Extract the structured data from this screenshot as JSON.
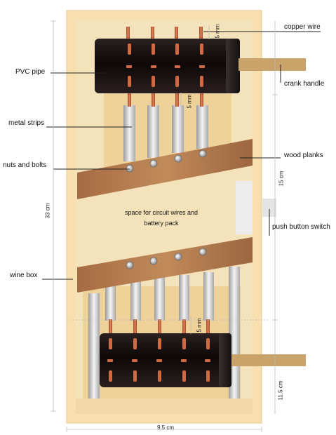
{
  "labels": {
    "copper_wire": "copper wire",
    "pvc_pipe": "PVC pipe",
    "crank_handle": "crank handle",
    "metal_strips": "metal strips",
    "wood_planks": "wood planks",
    "nuts_and_bolts": "nuts and bolts",
    "center_note_line1": "space for circuit wires and",
    "center_note_line2": "battery pack",
    "push_button_switch": "push button switch",
    "wine_box": "wine box"
  },
  "dimensions": {
    "top_gap": "5 mm",
    "upper_gap": "5 mm",
    "lower_gap": "5 mm",
    "height_total": "33 cm",
    "upper_section": "15 cm",
    "lower_section": "11.5 cm",
    "width": "9.5 cm"
  },
  "colors": {
    "box_outer": "#f7dfb0",
    "box_inner": "#f3e0b3",
    "plank": "#b07a4e",
    "pvc": "#1a1212",
    "copper": "#c8603a",
    "metal": "#d9d9d9",
    "handle": "#c9a36a"
  }
}
